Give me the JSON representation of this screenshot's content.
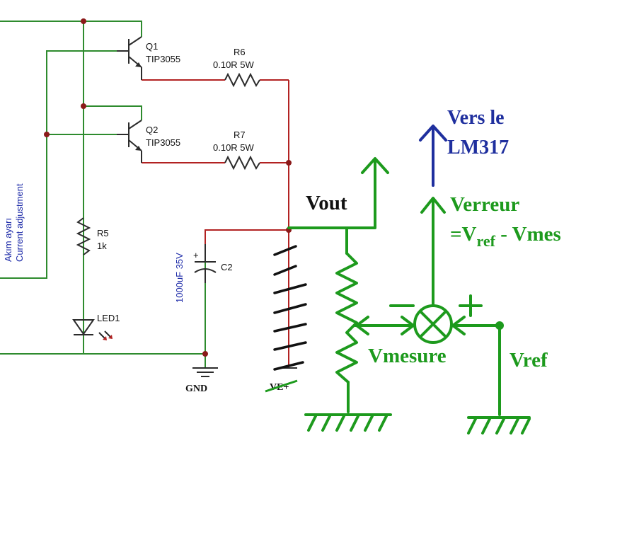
{
  "left_panel": {
    "label_line1": "Akım ayarı",
    "label_line2": "Current adjustment"
  },
  "components": {
    "q1": {
      "ref": "Q1",
      "value": "TIP3055"
    },
    "q2": {
      "ref": "Q2",
      "value": "TIP3055"
    },
    "r6": {
      "ref": "R6",
      "value": "0.10R 5W"
    },
    "r7": {
      "ref": "R7",
      "value": "0.10R 5W"
    },
    "r5": {
      "ref": "R5",
      "value": "1k"
    },
    "c2": {
      "ref": "C2",
      "value": "1000uF 35V",
      "polarity": "+"
    },
    "led1": {
      "ref": "LED1"
    },
    "gnd": {
      "label": "GND"
    },
    "vplus": {
      "label": "VE+"
    }
  },
  "annotations": {
    "vout": "Vout",
    "vers_line1": "Vers le",
    "vers_line2": "LM317",
    "verreur": "Verreur",
    "formula_prefix": "=V",
    "formula_sub": "ref",
    "formula_suffix": " - Vmes",
    "minus": "–",
    "plus": "+",
    "vmesure": "Vmesure",
    "vref": "Vref"
  },
  "colors": {
    "green_wire": "#2e8b2e",
    "red_wire": "#b22222",
    "dark_component": "#2b2b2b",
    "blue_label": "#1c2aa8",
    "annotation_green": "#1d9a1d",
    "annotation_blue": "#1f2f9e"
  }
}
